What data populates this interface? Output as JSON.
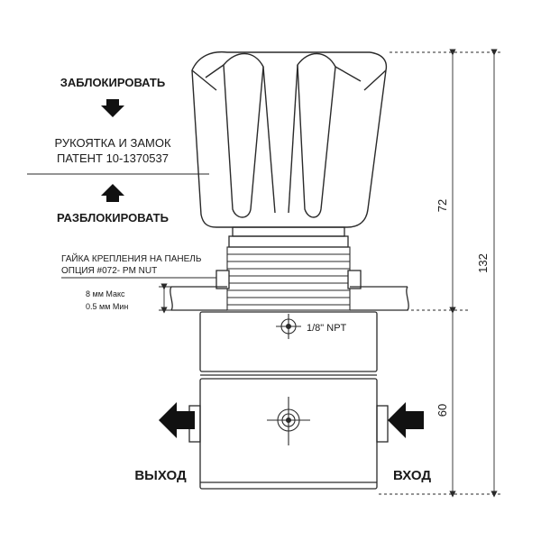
{
  "labels": {
    "lock": "ЗАБЛОКИРОВАТЬ",
    "handle_line1": "РУКОЯТКА И ЗАМОК",
    "handle_line2": "ПАТЕНТ 10-1370537",
    "unlock": "РАЗБЛОКИРОВАТЬ",
    "nut_line1": "ГАЙКА КРЕПЛЕНИЯ НА ПАНЕЛЬ",
    "nut_line2": "ОПЦИЯ #072- PM NUT",
    "thickness_max": "8 мм Макс",
    "thickness_min": "0.5 мм Мин",
    "port_spec": "1/8\" NPT",
    "outlet": "ВЫХОД",
    "inlet": "ВХОД"
  },
  "dimensions": {
    "upper": "72",
    "lower": "60",
    "overall": "132"
  },
  "colors": {
    "line": "#2a2a2a",
    "arrow": "#111111",
    "text": "#1a1a1a"
  }
}
